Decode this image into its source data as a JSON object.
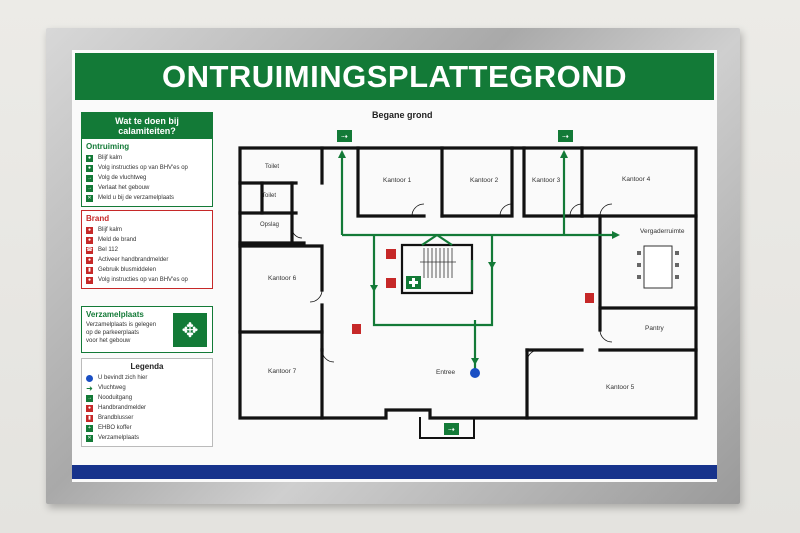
{
  "poster": {
    "title": "ONTRUIMINGSPLATTEGROND",
    "floor_title": "Begane grond"
  },
  "instructions": {
    "header": "Wat te doen bij calamiteiten?",
    "evacuation": {
      "title": "Ontruiming",
      "items": [
        "Blijf kalm",
        "Volg instructies op van BHV'es op",
        "Volg de vluchtweg",
        "Verlaat het gebouw",
        "Meld u bij de verzamelplaats"
      ]
    },
    "fire": {
      "title": "Brand",
      "items": [
        "Blijf kalm",
        "Meld de brand",
        "Bel 112",
        "Activeer handbrandmelder",
        "Gebruik blusmiddelen",
        "Volg instructies op van BHV'es op"
      ]
    },
    "assembly": {
      "title": "Verzamelplaats",
      "text": [
        "Verzamelplaats is gelegen",
        "op de parkeerplaats",
        "voor het gebouw"
      ]
    }
  },
  "legend": {
    "title": "Legenda",
    "items": [
      "U bevindt zich hier",
      "Vluchtweg",
      "Nooduitgang",
      "Handbrandmelder",
      "Brandblusser",
      "EHBO koffer",
      "Verzamelplaats"
    ]
  },
  "rooms": {
    "toilet1": "Toilet",
    "toilet2": "Toilet",
    "storage": "Opslag",
    "office1": "Kantoor 1",
    "office2": "Kantoor 2",
    "office3": "Kantoor 3",
    "office4": "Kantoor 4",
    "office5": "Kantoor 5",
    "office6": "Kantoor 6",
    "office7": "Kantoor 7",
    "meeting": "Vergaderruimte",
    "pantry": "Pantry",
    "entrance": "Entree"
  },
  "colors": {
    "brand_green": "#137a37",
    "fire_red": "#c62828",
    "you_are_here_blue": "#1a4fc4",
    "footer_blue": "#17338c"
  }
}
